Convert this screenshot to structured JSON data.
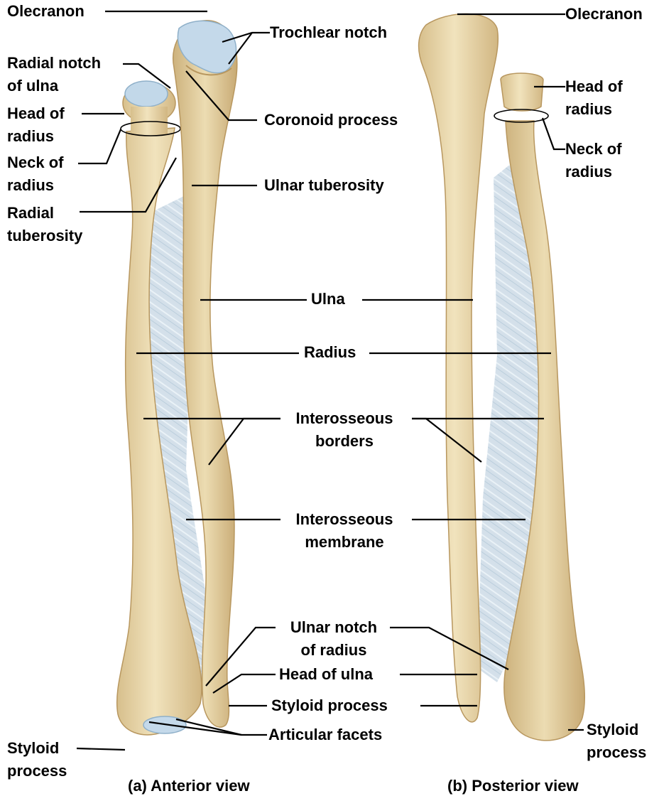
{
  "labels": {
    "olecranon_a": "Olecranon",
    "olecranon_b": "Olecranon",
    "trochlear_notch": "Trochlear notch",
    "radial_notch_1": "Radial notch",
    "radial_notch_2": "of ulna",
    "head_radius_a_1": "Head of",
    "head_radius_a_2": "radius",
    "neck_radius_a_1": "Neck of",
    "neck_radius_a_2": "radius",
    "radial_tub_1": "Radial",
    "radial_tub_2": "tuberosity",
    "coronoid": "Coronoid process",
    "ulnar_tub": "Ulnar tuberosity",
    "head_radius_b_1": "Head of",
    "head_radius_b_2": "radius",
    "neck_radius_b_1": "Neck of",
    "neck_radius_b_2": "radius",
    "ulna": "Ulna",
    "radius": "Radius",
    "interosseous_borders_1": "Interosseous",
    "interosseous_borders_2": "borders",
    "interosseous_membrane_1": "Interosseous",
    "interosseous_membrane_2": "membrane",
    "ulnar_notch_1": "Ulnar notch",
    "ulnar_notch_2": "of radius",
    "head_ulna": "Head of ulna",
    "styloid_center": "Styloid process",
    "styloid_left_1": "Styloid",
    "styloid_left_2": "process",
    "styloid_right_1": "Styloid",
    "styloid_right_2": "process",
    "articular_facets": "Articular facets"
  },
  "captions": {
    "anterior": "(a) Anterior view",
    "posterior": "(b) Posterior view"
  },
  "colors": {
    "bone": "#e6d4a6",
    "bone_shade": "#c9ad7a",
    "cartilage": "#b9d3e6",
    "membrane": "#c6d6e3",
    "leader": "#000000"
  }
}
